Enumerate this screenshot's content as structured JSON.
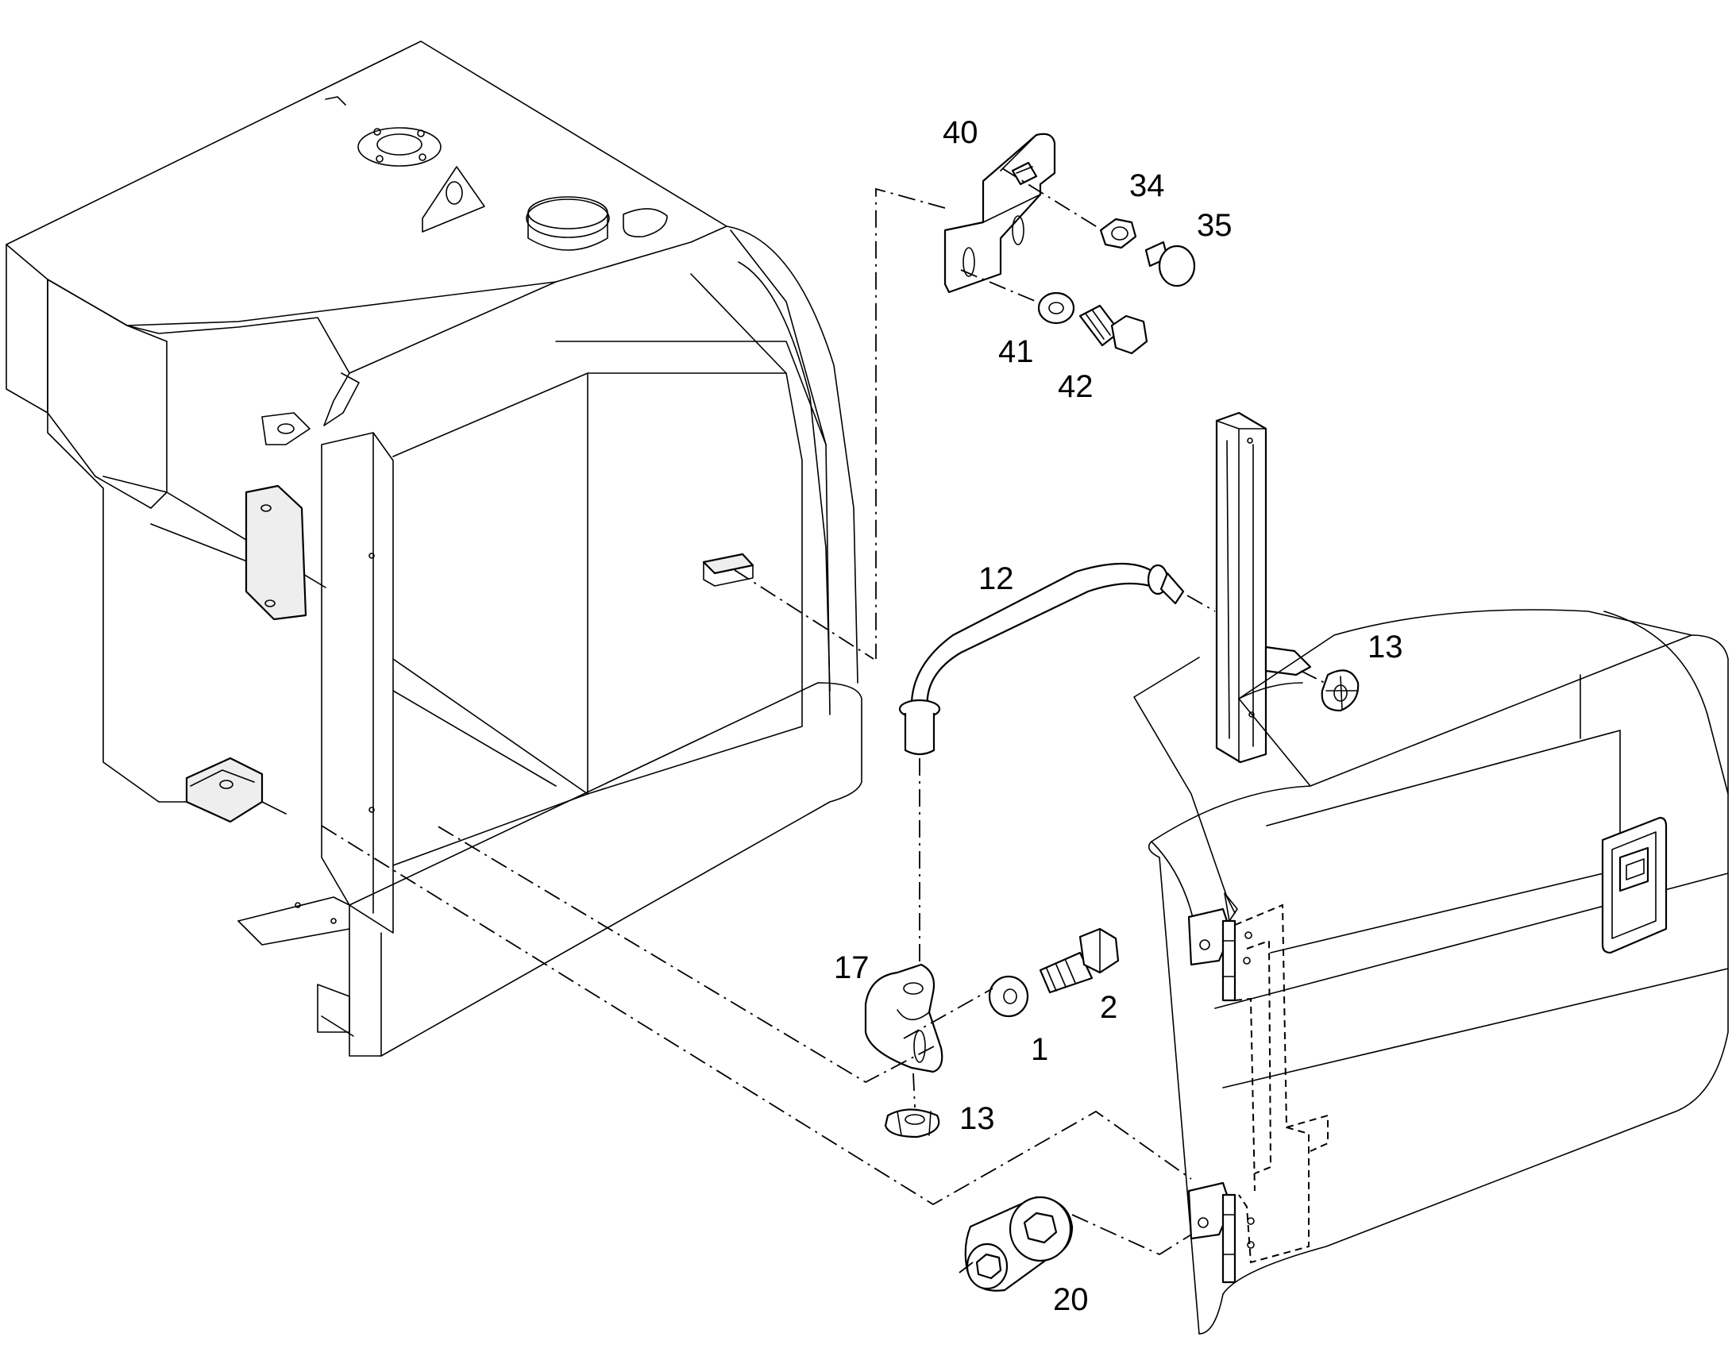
{
  "diagram": {
    "callouts": [
      {
        "id": "c40",
        "text": "40"
      },
      {
        "id": "c34",
        "text": "34"
      },
      {
        "id": "c35",
        "text": "35"
      },
      {
        "id": "c41",
        "text": "41"
      },
      {
        "id": "c42",
        "text": "42"
      },
      {
        "id": "c12",
        "text": "12"
      },
      {
        "id": "c13a",
        "text": "13"
      },
      {
        "id": "c17",
        "text": "17"
      },
      {
        "id": "c2",
        "text": "2"
      },
      {
        "id": "c1",
        "text": "1"
      },
      {
        "id": "c13b",
        "text": "13"
      },
      {
        "id": "c20",
        "text": "20"
      }
    ]
  }
}
